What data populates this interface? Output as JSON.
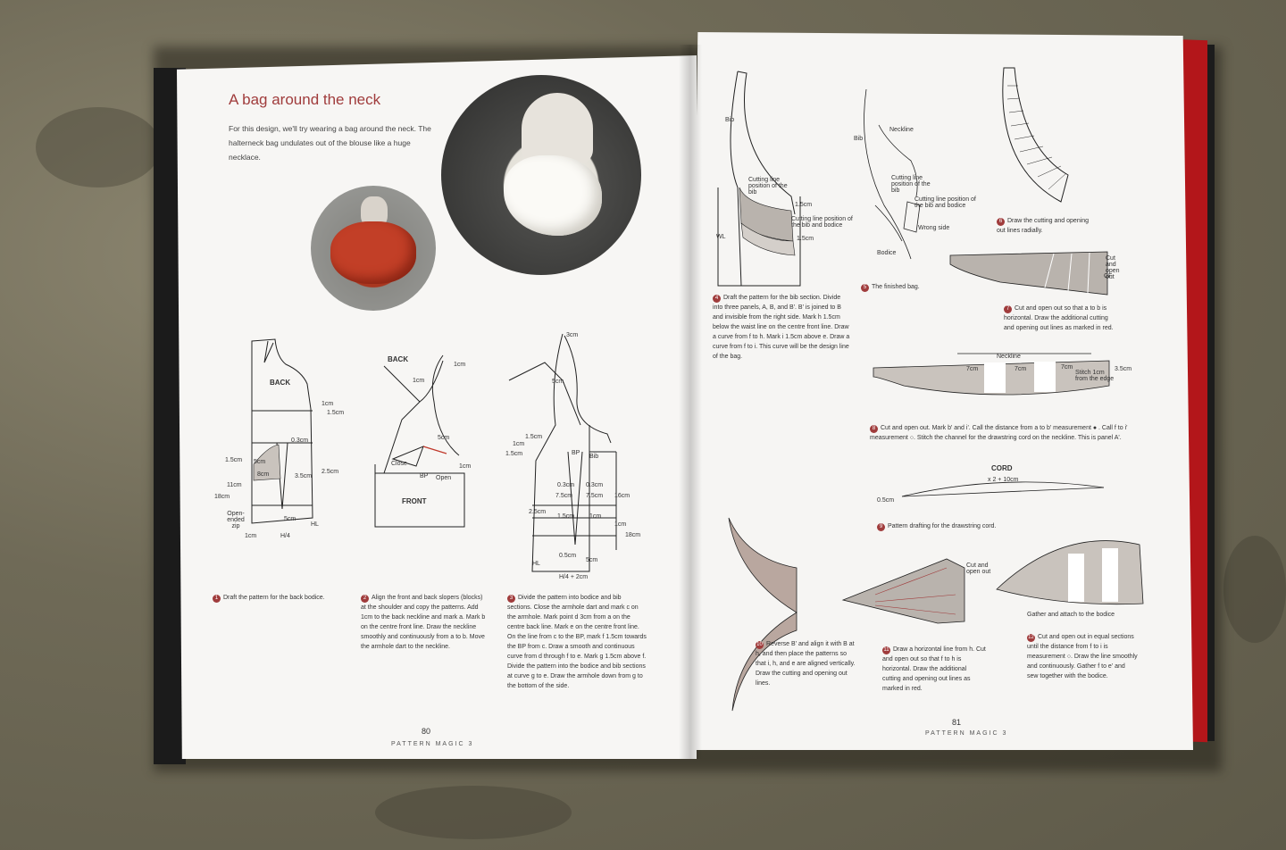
{
  "left_page": {
    "title": "A bag around the neck",
    "intro": "For this design, we'll try wearing a bag around the neck. The halterneck bag undulates out of the blouse like a huge necklace.",
    "diagram_labels": {
      "back": "BACK",
      "back2": "BACK",
      "front": "FRONT",
      "close": "Close",
      "bp": "BP",
      "open": "Open",
      "bib": "Bib",
      "hl": "HL",
      "hl2": "HL",
      "open_ended_zip": "Open-ended zip",
      "m_1cm": "1cm",
      "m_1_5cm": "1.5cm",
      "m_0_3cm": "0.3cm",
      "m_5cm": "5cm",
      "m_8cm": "8cm",
      "m_3_5cm": "3.5cm",
      "m_2_5cm": "2.5cm",
      "m_11cm": "11cm",
      "m_18cm": "18cm",
      "m_3cm": "3cm",
      "m_7_5cm": "7.5cm",
      "m_16cm": "16cm",
      "m_0_5cm": "0.5cm",
      "h4": "H/4",
      "h4_2cm": "H/4 + 2cm"
    },
    "captions": [
      {
        "num": "1",
        "text": "Draft the pattern for the back bodice."
      },
      {
        "num": "2",
        "text": "Align the front and back slopers (blocks) at the shoulder and copy the patterns. Add 1cm to the back neckline and mark a. Mark b on the centre front line. Draw the neckline smoothly and continuously from a to b. Move the armhole dart to the neckline."
      },
      {
        "num": "3",
        "text": "Divide the pattern into bodice and bib sections. Close the armhole dart and mark c on the armhole. Mark point d 3cm from a on the centre back line. Mark e on the centre front line. On the line from c to the BP, mark f 1.5cm towards the BP from c. Draw a smooth and continuous curve from d through f to e. Mark g 1.5cm above f. Divide the pattern into the bodice and bib sections at curve g to e. Draw the armhole down from g to the bottom of the side."
      }
    ],
    "page_number": "80",
    "footer": "PATTERN MAGIC 3"
  },
  "right_page": {
    "labels": {
      "bib": "Bib",
      "cutting_bib": "Cutting line position of the bib",
      "cutting_bib_bodice": "Cutting line position of the bib and bodice",
      "m_1_5cm": "1.5cm",
      "wl": "WL",
      "neckline": "Neckline",
      "bib2": "Bib",
      "cutting_bib2": "Cutting line position of the bib",
      "cutting_bib_bodice2": "Cutting line position of the bib and bodice",
      "wrong_side": "Wrong side",
      "bodice": "Bodice",
      "cut_open": "Cut and open out",
      "cf": "CF",
      "neckline2": "Neckline",
      "m_7cm": "7cm",
      "stitch": "Stitch 1cm from the edge",
      "m_3_5cm": "3.5cm",
      "cord": "CORD",
      "cord_len": "x 2 + 10cm",
      "m_0_5cm": "0.5cm",
      "cut_open2": "Cut and open out",
      "gather": "Gather and attach to the bodice"
    },
    "captions": [
      {
        "num": "4",
        "text": "Draft the pattern for the bib section. Divide into three panels, A, B, and B'. B' is joined to B and invisible from the right side. Mark h 1.5cm below the waist line on the centre front line. Draw a curve from f to h. Mark i 1.5cm above e. Draw a curve from f to i. This curve will be the design line of the bag."
      },
      {
        "num": "5",
        "text": "The finished bag."
      },
      {
        "num": "6",
        "text": "Draw the cutting and opening out lines radially."
      },
      {
        "num": "7",
        "text": "Cut and open out so that a to b is horizontal. Draw the additional cutting and opening out lines as marked in red."
      },
      {
        "num": "8",
        "text": "Cut and open out. Mark b' and i'. Call the distance from a to b' measurement ● . Call f to i' measurement ○. Stitch the channel for the drawstring cord on the neckline. This is panel A'."
      },
      {
        "num": "9",
        "text": "Pattern drafting for the drawstring cord."
      },
      {
        "num": "10",
        "text": "Reverse B' and align it with B at h, and then place the patterns so that i, h, and e are aligned vertically. Draw the cutting and opening out lines."
      },
      {
        "num": "11",
        "text": "Draw a horizontal line from h. Cut and open out so that f to h is horizontal. Draw the additional cutting and opening out lines as marked in red."
      },
      {
        "num": "12",
        "text": "Cut and open out in equal sections until the distance from f to i is measurement ○. Draw the line smoothly and continuously. Gather f to e' and sew together with the bodice."
      }
    ],
    "page_number": "81",
    "footer": "PATTERN MAGIC 3"
  },
  "colors": {
    "accent": "#a03c3c",
    "cover_red": "#b3161a",
    "shaded": "#b9b3ad"
  }
}
